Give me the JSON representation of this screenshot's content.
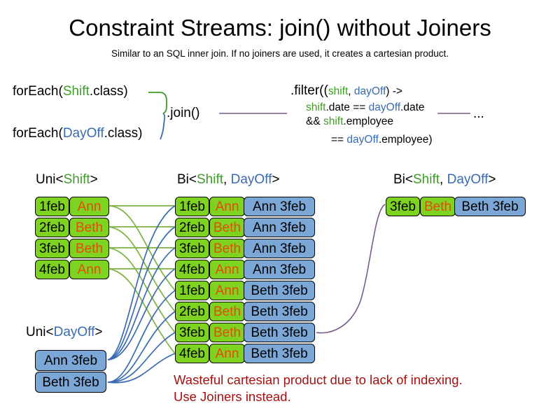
{
  "header": {
    "title": "Constraint Streams: join() without Joiners",
    "subtitle": "Similar to an SQL inner join. If no joiners are used, it creates a cartesian product."
  },
  "code": {
    "foreach_shift": {
      "prefix": "forEach(",
      "type": "Shift",
      "suffix": ".class)"
    },
    "foreach_dayoff": {
      "prefix": "forEach(",
      "type": "DayOff",
      "suffix": ".class)"
    },
    "join_call": ".join()",
    "ellipsis": "...",
    "filter": {
      "line1_a": ".filter((",
      "line1_shift": "shift",
      "line1_comma": ", ",
      "line1_dayoff": "dayOff",
      "line1_b": ") ->",
      "line2_shift": "shift",
      "line2_mid": ".date == ",
      "line2_dayoff": "dayOff",
      "line2_end": ".date",
      "line3_and": "&& ",
      "line3_shift": "shift",
      "line3_end": ".employee",
      "line4_eq": "== ",
      "line4_dayoff": "dayOff",
      "line4_end": ".employee)"
    }
  },
  "labels": {
    "uni_shift": {
      "prefix": "Uni<",
      "type": "Shift",
      "suffix": ">"
    },
    "uni_dayoff": {
      "prefix": "Uni<",
      "type": "DayOff",
      "suffix": ">"
    },
    "bi_middle": {
      "prefix": "Bi<",
      "type_a": "Shift",
      "comma": ", ",
      "type_b": "DayOff",
      "suffix": ">"
    },
    "bi_right": {
      "prefix": "Bi<",
      "type_a": "Shift",
      "comma": ", ",
      "type_b": "DayOff",
      "suffix": ">"
    }
  },
  "uni_shift_rows": [
    {
      "date": "1feb",
      "employee": "Ann"
    },
    {
      "date": "2feb",
      "employee": "Beth"
    },
    {
      "date": "3feb",
      "employee": "Beth"
    },
    {
      "date": "4feb",
      "employee": "Ann"
    }
  ],
  "uni_dayoff_rows": [
    {
      "text": "Ann 3feb"
    },
    {
      "text": "Beth 3feb"
    }
  ],
  "bi_middle_rows": [
    {
      "date": "1feb",
      "employee": "Ann",
      "dayoff": "Ann 3feb"
    },
    {
      "date": "2feb",
      "employee": "Beth",
      "dayoff": "Ann 3feb"
    },
    {
      "date": "3feb",
      "employee": "Beth",
      "dayoff": "Ann 3feb"
    },
    {
      "date": "4feb",
      "employee": "Ann",
      "dayoff": "Ann 3feb"
    },
    {
      "date": "1feb",
      "employee": "Ann",
      "dayoff": "Beth 3feb"
    },
    {
      "date": "2feb",
      "employee": "Beth",
      "dayoff": "Beth 3feb"
    },
    {
      "date": "3feb",
      "employee": "Beth",
      "dayoff": "Beth 3feb"
    },
    {
      "date": "4feb",
      "employee": "Ann",
      "dayoff": "Beth 3feb"
    }
  ],
  "bi_right_rows": [
    {
      "date": "3feb",
      "employee": "Beth",
      "dayoff": "Beth 3feb"
    }
  ],
  "warning": "Wasteful cartesian product due to lack of indexing.\nUse Joiners instead.",
  "colors": {
    "shift_green": "#3f9c27",
    "dayoff_blue": "#3a6bb0",
    "box_green": "#7ed321",
    "box_blue": "#7ba7d7",
    "employee_orange": "#e8490f",
    "warning_red": "#a51111",
    "connector_purple": "#7a5a8e"
  }
}
